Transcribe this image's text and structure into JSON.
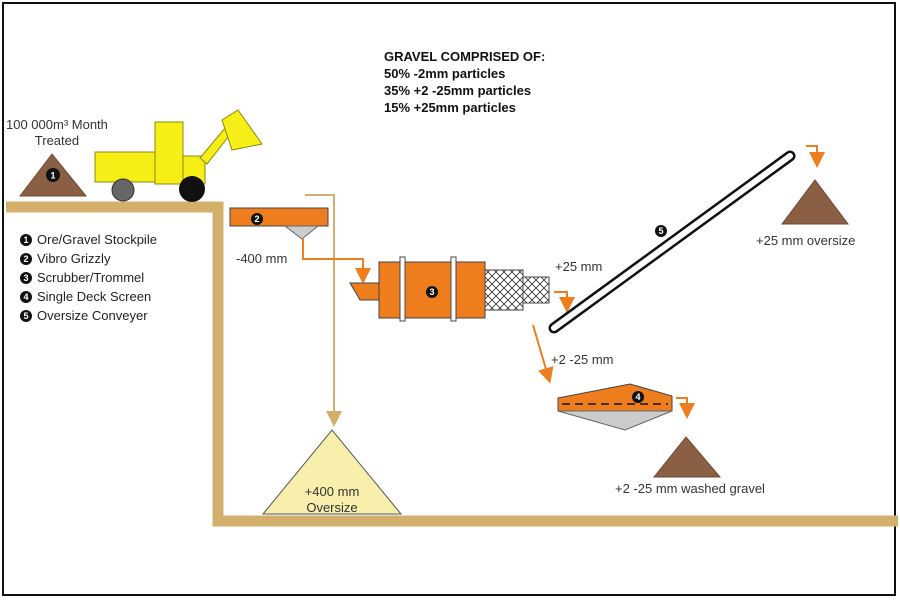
{
  "colors": {
    "tan": "#d2b06b",
    "orange": "#ee7d1e",
    "brown": "#8a5f44",
    "yellow": "#f6ee14",
    "sand": "#f8efad"
  },
  "stockpile_label": [
    "100 000m³ Month",
    "Treated"
  ],
  "gravel_info": {
    "heading": "GRAVEL COMPRISED OF:",
    "lines": [
      "50% -2mm particles",
      "35% +2 -25mm particles",
      "15% +25mm particles"
    ]
  },
  "legend": [
    {
      "num": "1",
      "label": "Ore/Gravel Stockpile"
    },
    {
      "num": "2",
      "label": "Vibro Grizzly"
    },
    {
      "num": "3",
      "label": "Scrubber/Trommel"
    },
    {
      "num": "4",
      "label": "Single Deck Screen"
    },
    {
      "num": "5",
      "label": "Oversize Conveyer"
    }
  ],
  "markers": {
    "stockpile": "1",
    "grizzly": "2",
    "scrubber": "3",
    "screen": "4",
    "conveyor": "5"
  },
  "flow_labels": {
    "minus400": "-400 mm",
    "plus25": "+25 mm",
    "plus2_25": "+2 -25 mm",
    "plus25_oversize": "+25 mm oversize",
    "washed_gravel": "+2 -25 mm washed gravel",
    "oversize400": [
      "+400 mm",
      "Oversize"
    ]
  }
}
